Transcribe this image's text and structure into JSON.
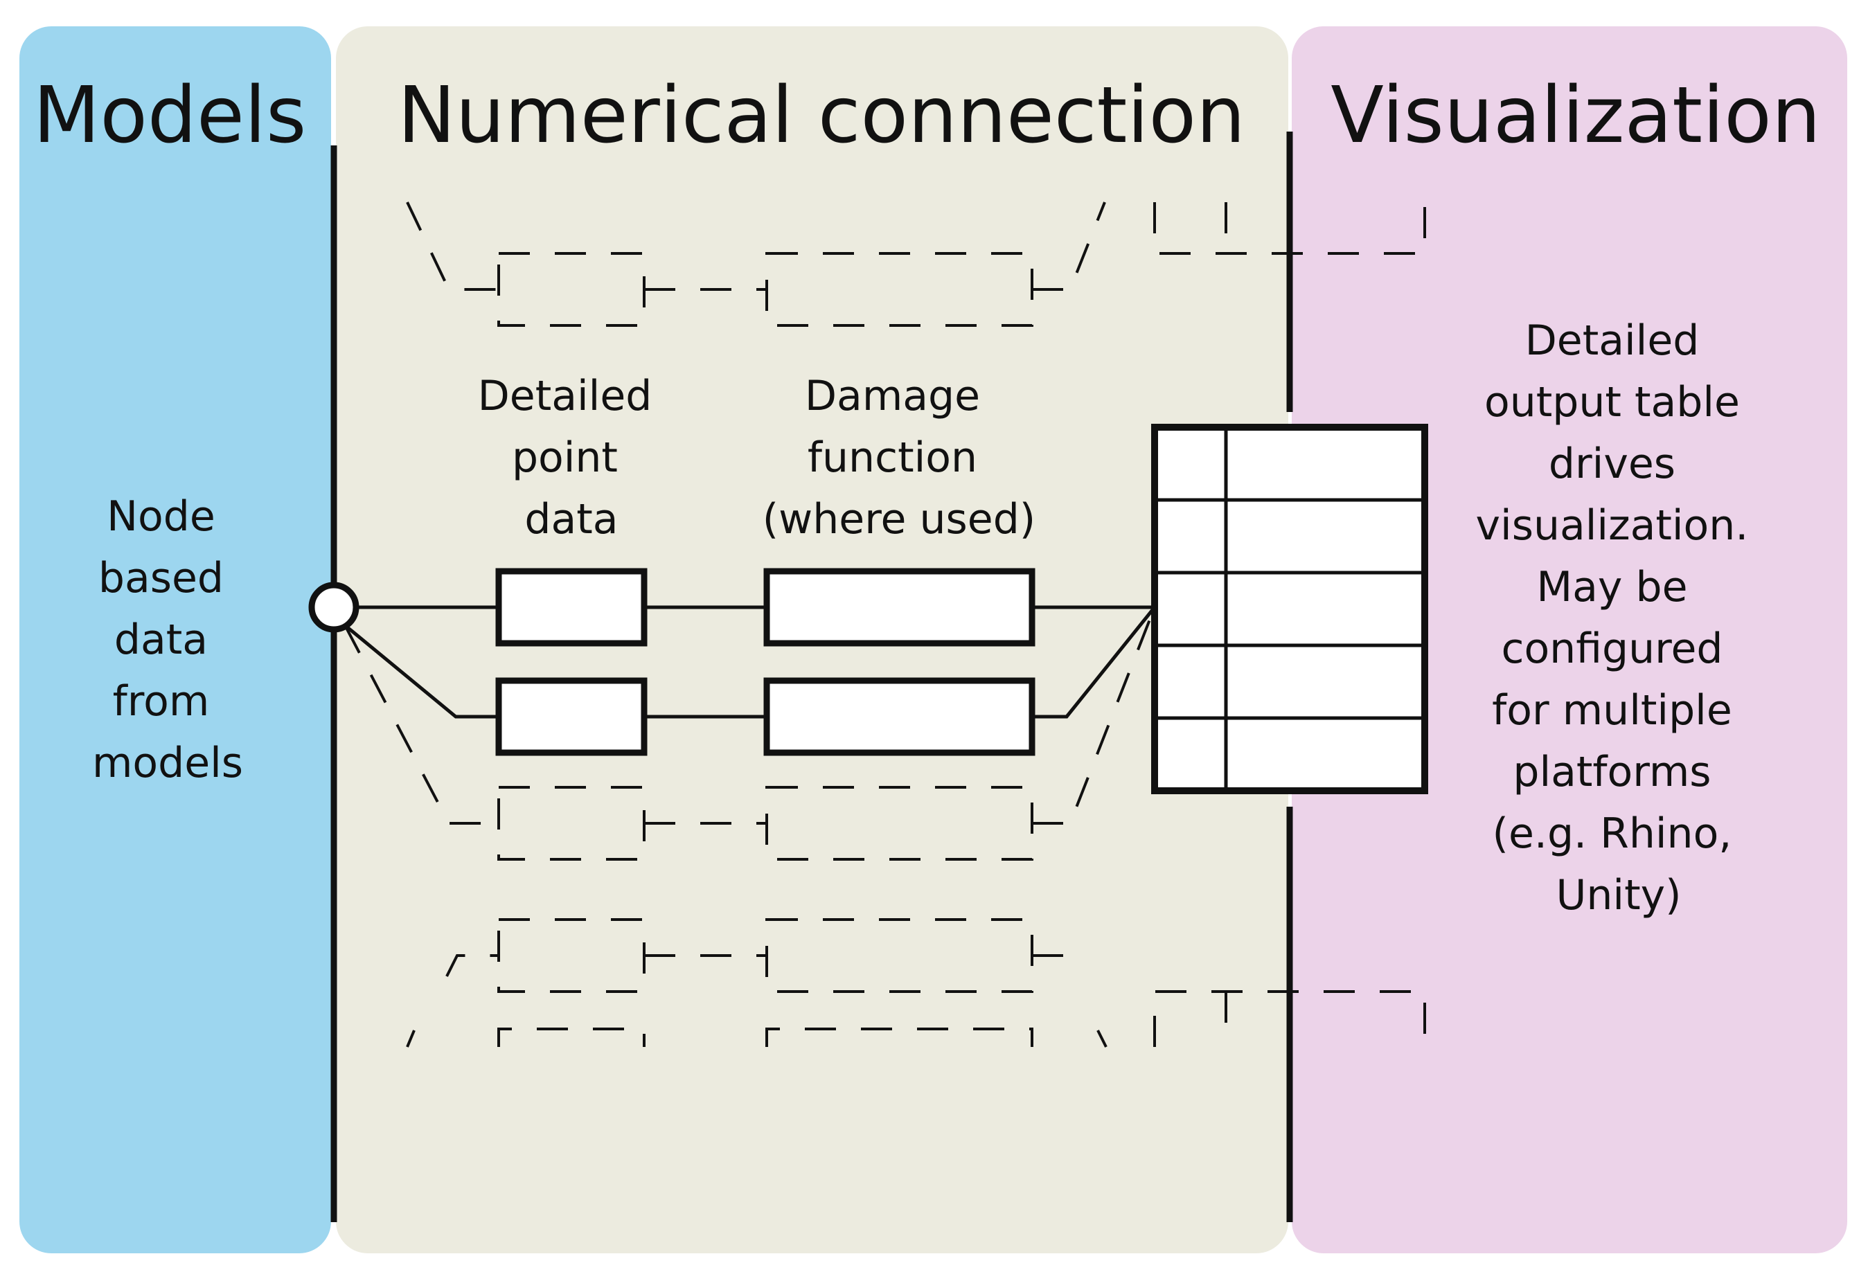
{
  "colors": {
    "models_panel": "#9dd6ef",
    "connection_panel": "#ecebdf",
    "visualization_panel": "#ecd3e9",
    "stroke": "#111111",
    "box_fill": "#ffffff"
  },
  "panels": {
    "models": {
      "title": "Models",
      "description": [
        "Node",
        "based",
        "data",
        "from",
        "models"
      ]
    },
    "connection": {
      "title": "Numerical connection",
      "point_data_label": [
        "Detailed",
        "point",
        "data"
      ],
      "damage_function_label": [
        "Damage",
        "function",
        "(where used)"
      ]
    },
    "visualization": {
      "title": "Visualization",
      "description": [
        "Detailed",
        "output table",
        "drives",
        "visualization.",
        "May be",
        "configured",
        "for multiple",
        "platforms",
        "(e.g. Rhino,",
        "Unity)"
      ]
    }
  },
  "output_table": {
    "rows": 5,
    "columns": 2
  }
}
